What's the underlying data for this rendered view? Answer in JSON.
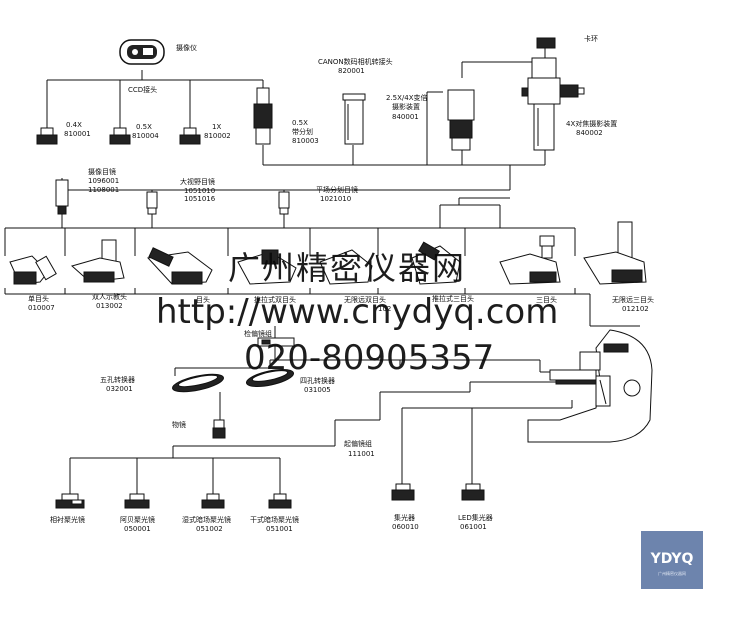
{
  "labels": {
    "camera": "摄像仪",
    "ccd_adapter": "CCD接头",
    "canon_adapter": "CANON数码相机转接头",
    "canon_code": "820001",
    "card_ring": "卡环",
    "zoom_adapter": "2.5X/4X变倍",
    "zoom_adapter_2": "摄影装置",
    "zoom_code": "840001",
    "focus_adapter": "4X对焦摄影装置",
    "focus_code": "840002",
    "ccd_04x": "0.4X",
    "ccd_04x_code": "810001",
    "ccd_05x": "0.5X",
    "ccd_05x_code": "810004",
    "ccd_1x": "1X",
    "ccd_1x_code": "810002",
    "ccd_05x_div": "0.5X",
    "ccd_05x_div_2": "带分划",
    "ccd_05x_div_code": "810003",
    "cam_eyepiece": "摄像目镜",
    "cam_eyepiece_code1": "1096001",
    "cam_eyepiece_code2": "1108001",
    "wide_eyepiece": "大视野目镜",
    "wide_eyepiece_code1": "1051010",
    "wide_eyepiece_code2": "1051016",
    "flat_eyepiece": "平场分划目镜",
    "flat_eyepiece_code": "1021010",
    "mono_head": "单目头",
    "mono_head_code": "010007",
    "dual_head": "双人示教头",
    "dual_head_code": "013002",
    "binocular_head": "目头",
    "hinge_binocular": "推拉式双目头",
    "inf_binocular": "无限远双目头",
    "inf_binocular_code": "102",
    "hinge_trinocular": "推拉式三目头",
    "trinocular": "三目头",
    "inf_trinocular": "无限远三目头",
    "inf_trinocular_code": "012102",
    "analyzer": "检偏镜组",
    "five_nosepiece": "五孔转换器",
    "five_nosepiece_code": "032001",
    "four_nosepiece": "四孔转换器",
    "four_nosepiece_code": "031005",
    "objective": "物镜",
    "polarizer": "起偏镜组",
    "polarizer_code": "111001",
    "phase_condenser": "相衬聚光镜",
    "abbe_condenser": "阿贝聚光镜",
    "abbe_condenser_code": "050001",
    "wet_dark_condenser": "湿式暗场聚光镜",
    "wet_dark_condenser_code": "051002",
    "dry_dark_condenser": "干式暗场聚光镜",
    "dry_dark_condenser_code": "051001",
    "collector": "集光器",
    "collector_code": "060010",
    "led_collector": "LED集光器",
    "led_collector_code": "061001"
  },
  "watermark": {
    "company": "广州精密仪器网",
    "url": "http://www.cnydyq.com",
    "phone": "020-80905357"
  },
  "logo": {
    "text": "YDYQ",
    "sub": "广州精密仪器网",
    "color": "#6d84ad"
  }
}
